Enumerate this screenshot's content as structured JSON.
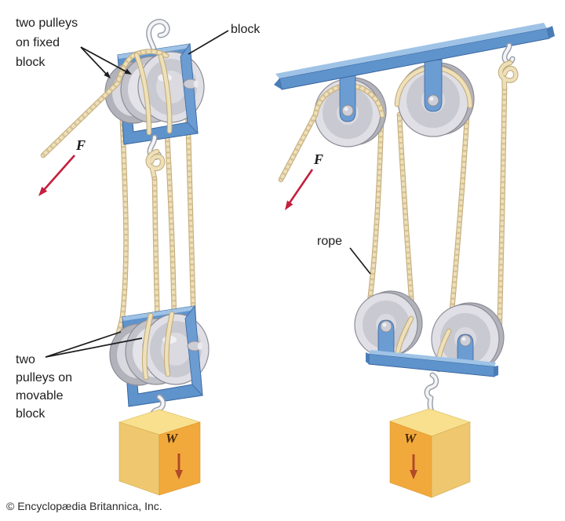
{
  "figure": {
    "labels": {
      "fixed_pulleys": "two pulleys\non fixed\nblock",
      "block": "block",
      "movable_pulleys": "two\npulleys on\nmovable\nblock",
      "rope": "rope",
      "force_left": "F",
      "force_right": "F",
      "weight_left": "W",
      "weight_right": "W"
    },
    "copyright": "© Encyclopædia Britannica, Inc.",
    "colors": {
      "block_blue": "#5e93cc",
      "block_blue_light": "#9fc3e6",
      "block_blue_dark": "#3a66a0",
      "pulley_grey": "#c6c6ce",
      "rope_outline": "#c3ad7e",
      "rope_fill": "#eee0b8",
      "hook_white": "#f4f4f7",
      "cube_top": "#f8e08e",
      "cube_side": "#eec76f",
      "cube_front": "#f2a93c",
      "force_arrow": "#c41f3e",
      "weight_arrow": "#b04a28",
      "text": "#231f20"
    }
  }
}
